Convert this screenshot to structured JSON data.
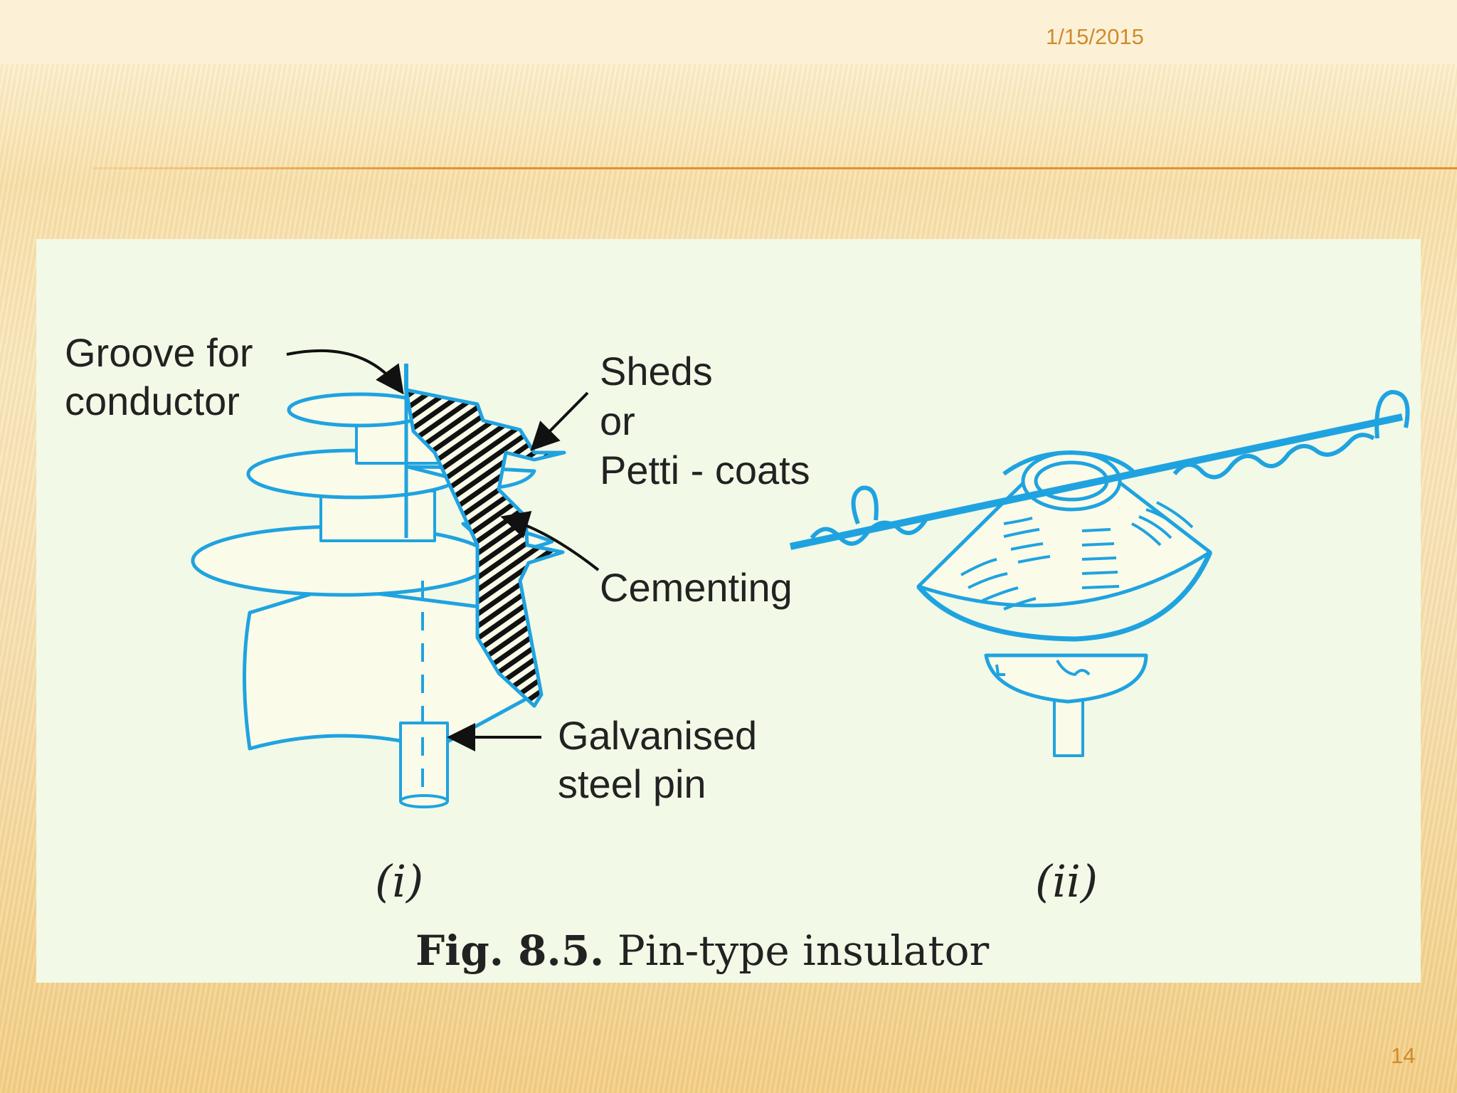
{
  "slide": {
    "date": "1/15/2015",
    "page_number": "14"
  },
  "figure": {
    "labels": {
      "groove_line1": "Groove for",
      "groove_line2": "conductor",
      "sheds_line1": "Sheds",
      "sheds_line2": "or",
      "sheds_line3": "Petti - coats",
      "cementing": "Cementing",
      "pin_line1": "Galvanised",
      "pin_line2": "steel pin"
    },
    "sub_caption_1": "(i)",
    "sub_caption_2": "(ii)",
    "caption_bold": "Fig. 8.5.",
    "caption_text": "Pin-type insulator",
    "colors": {
      "outline": "#1fa3e0",
      "body_fill": "#fbfbe9",
      "hatch": "#111111",
      "accent_rule": "#e8902e"
    }
  }
}
